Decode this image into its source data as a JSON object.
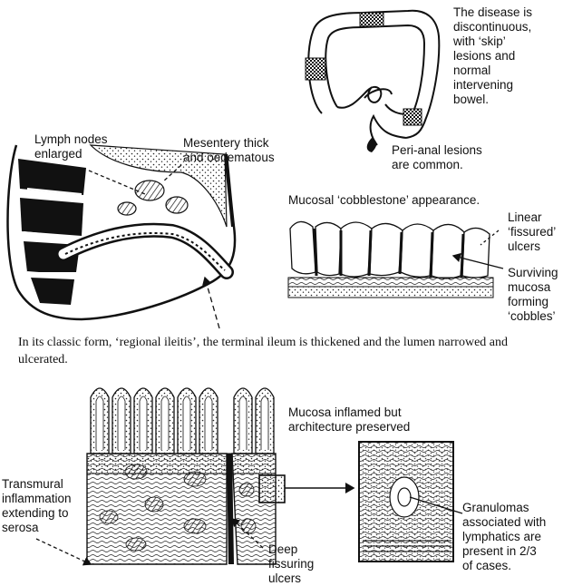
{
  "labels": {
    "skip_lesions": "The disease is\ndiscontinuous,\nwith ‘skip’\nlesions and\nnormal\nintervening\nbowel.",
    "perianal": "Peri-anal lesions\nare common.",
    "lymph_nodes": "Lymph nodes\nenlarged",
    "mesentery": "Mesentery thick\nand oedematous",
    "cobblestone": "Mucosal ‘cobblestone’ appearance.",
    "fissured_ulcers": "Linear\n‘fissured’\nulcers",
    "surviving_mucosa": "Surviving\nmucosa\nforming\n‘cobbles’",
    "caption": "In its classic form, ‘regional ileitis’, the terminal ileum is thickened and the lumen narrowed and ulcerated.",
    "mucosa_inflamed": "Mucosa inflamed but\narchitecture preserved",
    "transmural": "Transmural\ninflammation\nextending to\nserosa",
    "deep_fissuring": "Deep\nfissuring\nulcers",
    "granulomas": "Granulomas\nassociated with\nlymphatics are\npresent in 2/3\nof cases."
  }
}
